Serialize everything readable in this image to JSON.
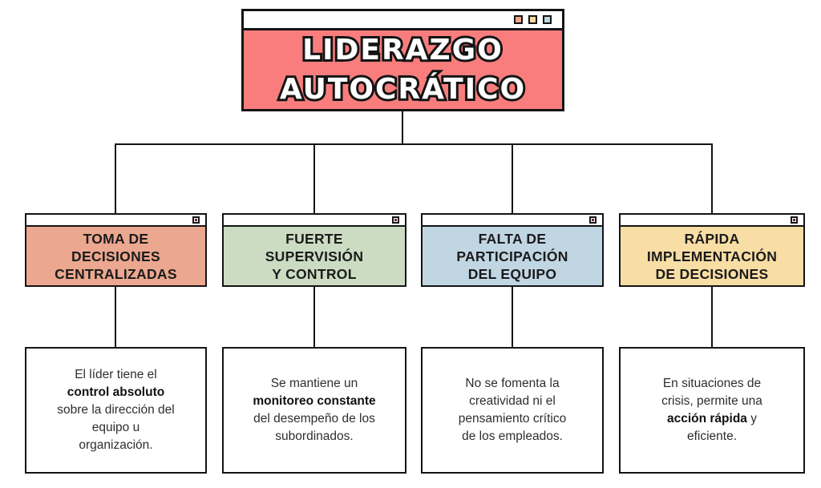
{
  "colors": {
    "background": "#ffffff",
    "border": "#141414",
    "connector": "#141414",
    "main_red": "#F97D7D",
    "window_icon_dot": "#6b2b2b"
  },
  "main_window": {
    "title": "LIDERAZGO\nAUTOCRÁTICO",
    "buttons": [
      {
        "name": "salmon",
        "color": "#EDA58A"
      },
      {
        "name": "yellow",
        "color": "#F4D9A1"
      },
      {
        "name": "blue",
        "color": "#BCD4E0"
      }
    ]
  },
  "cards": [
    {
      "heading": "TOMA DE\nDECISIONES\nCENTRALIZADAS",
      "color": "#EBA78F",
      "description": [
        {
          "text": "El líder tiene el\n"
        },
        {
          "text": "control absoluto",
          "bold": true
        },
        {
          "text": "\nsobre la dirección del\nequipo u\norganización."
        }
      ]
    },
    {
      "heading": "FUERTE\nSUPERVISIÓN\nY CONTROL",
      "color": "#CBDCC3",
      "description": [
        {
          "text": "Se mantiene un\n"
        },
        {
          "text": "monitoreo constante",
          "bold": true
        },
        {
          "text": "\ndel desempeño de los\nsubordinados."
        }
      ]
    },
    {
      "heading": "FALTA DE\nPARTICIPACIÓN\nDEL EQUIPO",
      "color": "#C1D6E3",
      "description": [
        {
          "text": "No se fomenta la\ncreatividad ni el\npensamiento crítico\nde los empleados."
        }
      ]
    },
    {
      "heading": "RÁPIDA\nIMPLEMENTACIÓN\nDE DECISIONES",
      "color": "#F8DDA4",
      "description": [
        {
          "text": "En situaciones de\ncrisis, permite una\n"
        },
        {
          "text": "acción rápida",
          "bold": true
        },
        {
          "text": " y\neficiente."
        }
      ]
    }
  ]
}
